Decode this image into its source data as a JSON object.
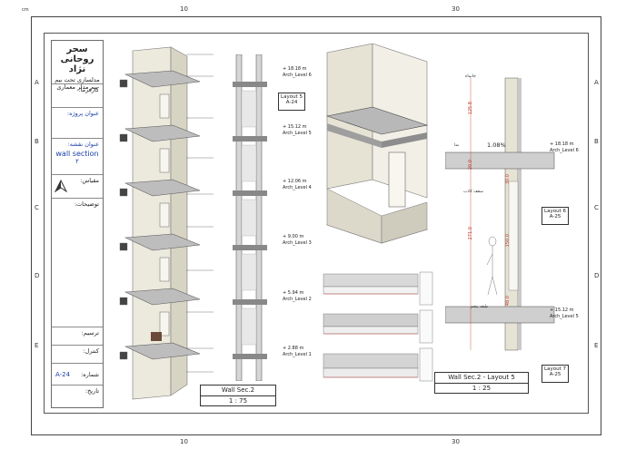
{
  "grid": {
    "top_numbers": [
      "10",
      "30"
    ],
    "bottom_numbers": [
      "10",
      "30"
    ],
    "row_letters": [
      "A",
      "B",
      "C",
      "D",
      "E"
    ],
    "unit": "cm"
  },
  "sidebar": {
    "author": "سحر روحانی نژاد",
    "subtitle1": "مدلسازی تحت بیم",
    "subtitle2": "بیم مدلر معماری",
    "employer_label": "کارفرما:",
    "project_label": "عنوان پروژه:",
    "sheet_title_label": "عنوان نقشه:",
    "sheet_title": "wall section",
    "sheet_title_num": "۲",
    "scale_label": "مقیاس:",
    "description_label": "توضیحات:",
    "drawn_label": "ترسیم:",
    "checked_label": "کنترل:",
    "number_label": "شماره:",
    "number_value": "A-24",
    "date_label": "تاریخ:"
  },
  "views": {
    "sec_left_title": "Wall Sec.2",
    "sec_left_scale": "1 : 75",
    "sec_right_title": "Wall Sec.2 - Layout 5",
    "sec_right_scale": "1 : 25",
    "callout_top": {
      "line1": "Layout 5",
      "line2": "A-24"
    },
    "callout_r1": {
      "line1": "Layout 6",
      "line2": "A-25"
    },
    "callout_r2": {
      "line1": "Layout 7",
      "line2": "A-25"
    },
    "slope": "1.08%"
  },
  "levels_left": [
    {
      "elev": "+ 18.18 m",
      "name": "Arch_Level 6"
    },
    {
      "elev": "+ 15.12 m",
      "name": "Arch_Level 5"
    },
    {
      "elev": "+ 12.06 m",
      "name": "Arch_Level 4"
    },
    {
      "elev": "+ 9.00 m",
      "name": "Arch_Level 3"
    },
    {
      "elev": "+ 5.94 m",
      "name": "Arch_Level 2"
    },
    {
      "elev": "+ 2.88 m",
      "name": "Arch_Level 1"
    }
  ],
  "levels_right": [
    {
      "elev": "+ 18.18 m",
      "name": "Arch_Level 6"
    },
    {
      "elev": "+ 15.12 m",
      "name": "Arch_Level 5"
    }
  ],
  "dims_right": [
    "125.8",
    "20.0",
    "271.0",
    "30.0",
    "150.0",
    "48.0"
  ],
  "notes": [
    "جانپناه",
    "نما",
    "سقف کاذب",
    "طبقه پنجم"
  ],
  "colors": {
    "accent": "#1a3ea6",
    "dim": "#c0392b",
    "concrete": "#e8e6dc",
    "slab": "#bdbdbd"
  }
}
